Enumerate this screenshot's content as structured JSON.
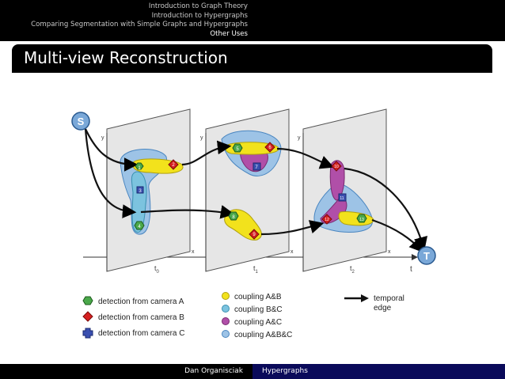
{
  "nav": {
    "sections": [
      "Introduction to Graph Theory",
      "Introduction to Hypergraphs",
      "Comparing Segmentation with Simple Graphs and Hypergraphs",
      "Other Uses"
    ],
    "current_index": 3
  },
  "slide": {
    "title": "Multi-view Reconstruction"
  },
  "figure": {
    "source_label": "S",
    "sink_label": "T",
    "axis_y": "y",
    "axis_x": "x",
    "time_axis": "t",
    "frame_labels": [
      "t",
      "t",
      "t"
    ],
    "frame_subscripts": [
      "0",
      "1",
      "2"
    ],
    "nodes": [
      "1",
      "2",
      "3",
      "4",
      "5",
      "6",
      "7",
      "8",
      "9",
      "10",
      "11",
      "12",
      "13"
    ],
    "legend": {
      "camera_a": "detection from camera A",
      "camera_b": "detection from camera B",
      "camera_c": "detection from camera C",
      "coupling_ab": "coupling A&B",
      "coupling_bc": "coupling B&C",
      "coupling_ac": "coupling A&C",
      "coupling_abc": "coupling A&B&C",
      "temporal_edge_line1": "temporal",
      "temporal_edge_line2": "edge"
    },
    "colors": {
      "camera_a": "#4aa84a",
      "camera_b": "#d62020",
      "camera_c": "#3a4fb0",
      "coupling_ab": "#f2e21c",
      "coupling_bc": "#7cc3df",
      "coupling_ac": "#b04fa8",
      "coupling_abc": "#9dc3e6"
    }
  },
  "footer": {
    "author": "Dan Organisciak",
    "title": "Hypergraphs"
  }
}
